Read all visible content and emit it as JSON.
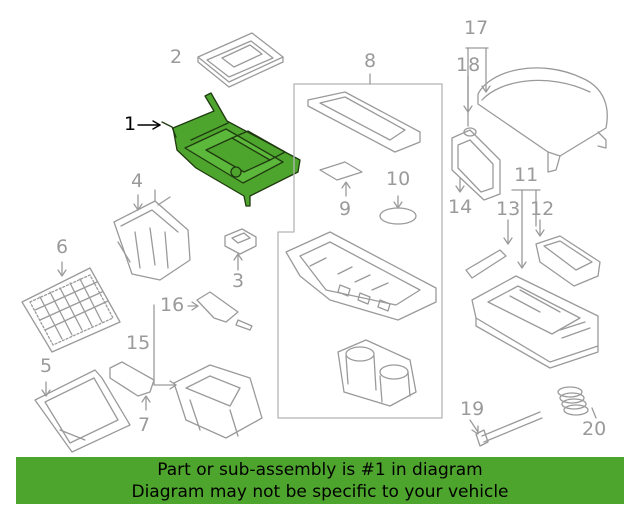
{
  "diagram": {
    "highlight_color": "#4ea52e",
    "callouts": [
      {
        "id": "c1",
        "label": "1",
        "highlighted": true
      },
      {
        "id": "c2",
        "label": "2"
      },
      {
        "id": "c3",
        "label": "3"
      },
      {
        "id": "c4",
        "label": "4"
      },
      {
        "id": "c5",
        "label": "5"
      },
      {
        "id": "c6",
        "label": "6"
      },
      {
        "id": "c7",
        "label": "7"
      },
      {
        "id": "c8",
        "label": "8"
      },
      {
        "id": "c9",
        "label": "9"
      },
      {
        "id": "c10",
        "label": "10"
      },
      {
        "id": "c11",
        "label": "11"
      },
      {
        "id": "c12",
        "label": "12"
      },
      {
        "id": "c13",
        "label": "13"
      },
      {
        "id": "c14",
        "label": "14"
      },
      {
        "id": "c15",
        "label": "15"
      },
      {
        "id": "c16",
        "label": "16"
      },
      {
        "id": "c17",
        "label": "17"
      },
      {
        "id": "c18",
        "label": "18"
      },
      {
        "id": "c19",
        "label": "19"
      },
      {
        "id": "c20",
        "label": "20"
      }
    ]
  },
  "banner": {
    "line1": "Part or sub-assembly is #1 in diagram",
    "line2": "Diagram may not be specific to your vehicle",
    "color": "#4ea52e"
  }
}
